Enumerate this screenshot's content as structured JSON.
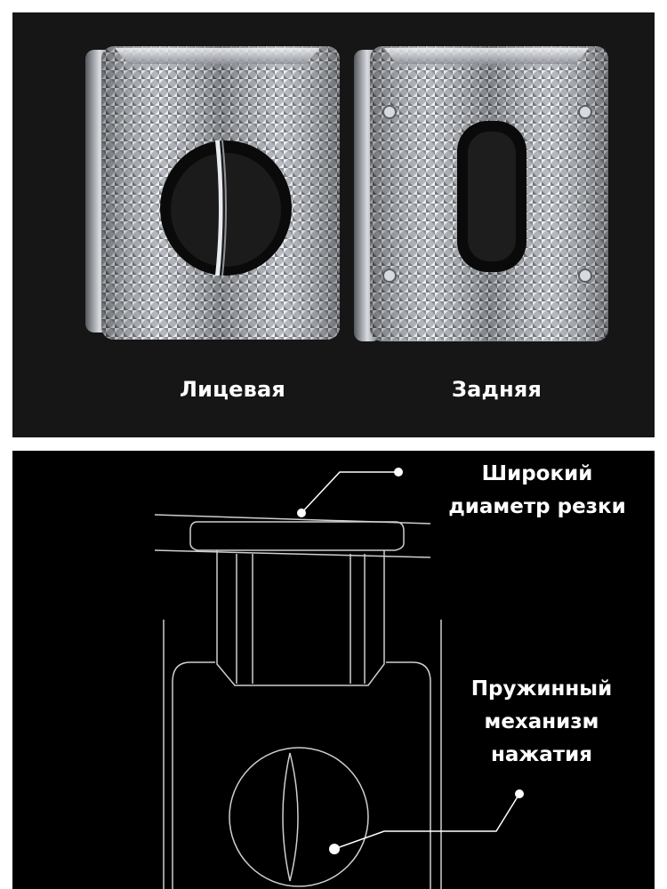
{
  "product_views": {
    "front_label": "Лицевая",
    "back_label": "Задняя"
  },
  "diagram": {
    "callout_wide": {
      "line1": "Широкий",
      "line2": "диаметр резки"
    },
    "callout_spring": {
      "line1": "Пружинный",
      "line2": "механизм",
      "line3": "нажатия"
    }
  },
  "colors": {
    "background_top": "#161616",
    "background_bottom": "#000000",
    "metal": "#c9cdd3",
    "text": "#ffffff"
  }
}
